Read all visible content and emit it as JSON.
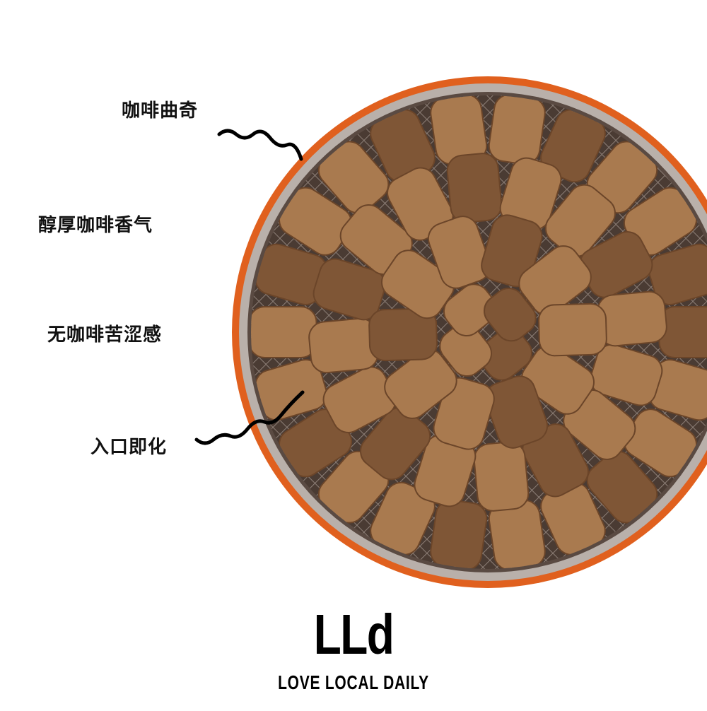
{
  "labels": {
    "coffee_cookie": "咖啡曲奇",
    "rich_aroma": "醇厚咖啡香气",
    "no_bitterness": "无咖啡苦涩感",
    "melt_in_mouth": "入口即化"
  },
  "brand": {
    "mark": "LLd",
    "name": "LOVE LOCAL DAILY"
  },
  "colors": {
    "rim": "#e0601e",
    "tin_inside": "#3a2c26",
    "cookie": "#a97a4f",
    "cookie_dark": "#7f5636"
  }
}
